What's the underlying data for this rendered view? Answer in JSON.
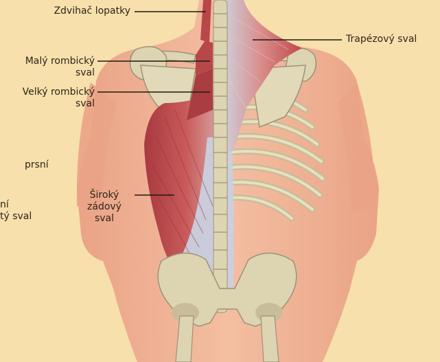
{
  "colors": {
    "background": "#f7e0ac",
    "skin": "#f2b495",
    "skin_shadow": "#e49a7d",
    "bone": "#ddd4b2",
    "bone_edge": "#9d9277",
    "muscle": "#b8474a",
    "muscle_light": "#d27066",
    "fascia": "#c9d0df",
    "leader_line": "#1e1810"
  },
  "labels": {
    "levator_scapulae": "Zdvihač lopatky",
    "trapezius": "Trapézový sval",
    "rhomboid_minor_1": "Malý rombický",
    "rhomboid_minor_2": "sval",
    "rhomboid_major_1": "Velký rombický",
    "rhomboid_major_2": "sval",
    "latissimus_1": "Široký",
    "latissimus_2": "zádový",
    "latissimus_3": "sval",
    "cut_pectoral": "prsní",
    "cut_serratus_1": "ní",
    "cut_serratus_2": "tý sval"
  }
}
